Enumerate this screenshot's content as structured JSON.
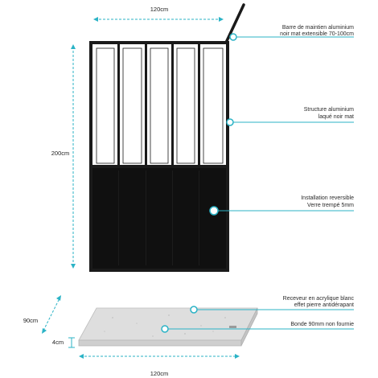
{
  "dimensions": {
    "panel_width": "120cm",
    "panel_height": "200cm",
    "tray_depth": "90cm",
    "tray_thickness": "4cm",
    "tray_width": "120cm"
  },
  "callouts": [
    {
      "line1": "Barre de maintien aluminium",
      "line2": "noir mat extensible 70-100cm"
    },
    {
      "line1": "Structure aluminium",
      "line2": "laqué noir mat"
    },
    {
      "line1": "Installation reversible",
      "line2": "Verre trempé 5mm"
    },
    {
      "line1": "Receveur en acrylique blanc",
      "line2": "effet pierre antidérapant"
    },
    {
      "line1": "Bonde 90mm non fournie",
      "line2": ""
    }
  ],
  "colors": {
    "accent": "#2bb3c6",
    "frame": "#1a1a1a",
    "glass_bottom": "#101010",
    "glass_top": "#ffffff",
    "tray": "#d9d9d9"
  }
}
